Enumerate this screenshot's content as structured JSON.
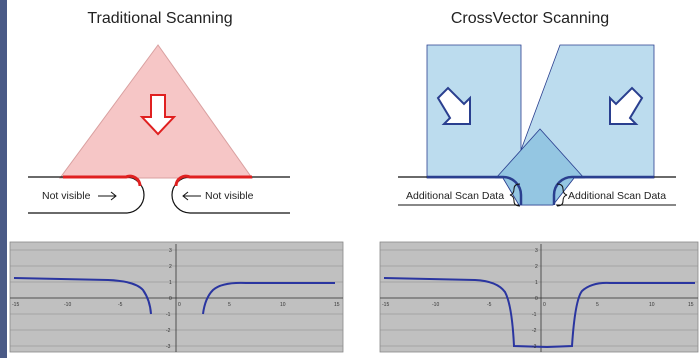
{
  "titles": {
    "left": "Traditional Scanning",
    "right": "CrossVector Scanning"
  },
  "labels": {
    "not_visible_left": "Not visible",
    "not_visible_right": "Not visible",
    "additional_left": "Additional Scan Data",
    "additional_right": "Additional Scan Data"
  },
  "colors": {
    "sidebar": "#4a5a86",
    "triangle_fill": "#f6c6c6",
    "triangle_stroke": "#d9a0a0",
    "red": "#e02020",
    "blue_light": "#bcdcee",
    "blue_dark": "#94c6e2",
    "blue_stroke": "#2a3f8f",
    "plot_bg": "#c0c0c0",
    "curve": "#2a35a0"
  },
  "icons": [
    "down-arrow-icon",
    "diagonal-down-right-arrow-icon",
    "diagonal-down-left-arrow-icon"
  ],
  "plots": {
    "left": {
      "x_ticks": [
        "-15",
        "-10",
        "-5",
        "0",
        "5",
        "10",
        "15"
      ],
      "y_ticks": [
        "3",
        "2",
        "1",
        "0",
        "-1",
        "-2",
        "-3"
      ]
    },
    "right": {
      "x_ticks": [
        "-15",
        "-10",
        "-5",
        "0",
        "5",
        "10",
        "15"
      ],
      "y_ticks": [
        "3",
        "2",
        "1",
        "0",
        "-1",
        "-2",
        "-3"
      ]
    }
  }
}
